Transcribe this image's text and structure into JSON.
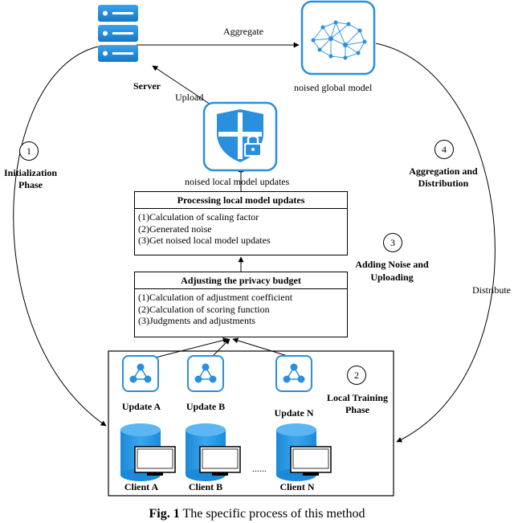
{
  "labels": {
    "aggregate": "Aggregate",
    "server": "Server",
    "upload": "Upload",
    "noised_global_model": "noised global model",
    "noised_local_updates": "noised local model updates",
    "distribute": "Distribute",
    "ellipsis": "......"
  },
  "phases": [
    {
      "num": "1",
      "title_line1": "Initialization",
      "title_line2": "Phase"
    },
    {
      "num": "2",
      "title_line1": "Local Training",
      "title_line2": "Phase"
    },
    {
      "num": "3",
      "title_line1": "Adding Noise and",
      "title_line2": "Uploading"
    },
    {
      "num": "4",
      "title_line1": "Aggregation and",
      "title_line2": "Distribution"
    }
  ],
  "processing_box": {
    "title": "Processing local model updates",
    "lines": [
      "(1)Calculation of scaling factor",
      "(2)Generated noise",
      "(3)Get noised local model updates"
    ]
  },
  "adjusting_box": {
    "title": "Adjusting the privacy budget",
    "lines": [
      "(1)Calculation of adjustment coefficient",
      "(2)Calculation of scoring function",
      "(3)Judgments and adjustments"
    ]
  },
  "updates": [
    "Update A",
    "Update B",
    "Update N"
  ],
  "clients": [
    "Client A",
    "Client B",
    "Client N"
  ],
  "caption": {
    "prefix": "Fig. 1",
    "text": "The specific process of this method"
  },
  "colors": {
    "accent": "#1c8ad8",
    "accent_light": "#4aaaf0"
  },
  "icons": {
    "server": "server-rack-icon",
    "global_model": "neural-network-icon",
    "local_updates": "shield-lock-icon",
    "update": "network-nodes-icon",
    "client": "database-computer-icon"
  }
}
